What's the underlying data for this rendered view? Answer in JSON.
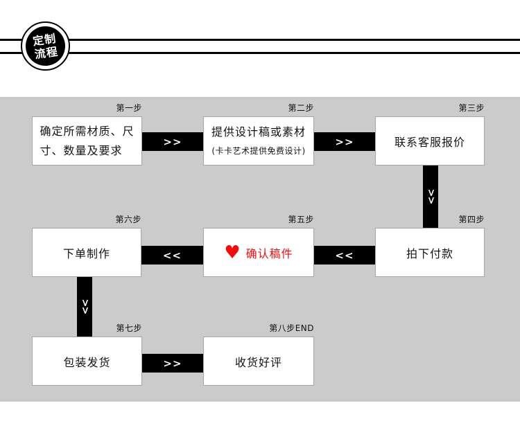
{
  "badge": {
    "line1": "定制",
    "line2": "流程"
  },
  "steps": [
    {
      "label": "第一步",
      "lines": [
        "确定所需材质、尺",
        "寸、数量及要求"
      ]
    },
    {
      "label": "第二步",
      "line1": "提供设计稿或素材",
      "line2": "(卡卡艺术提供免费设计)"
    },
    {
      "label": "第三步",
      "text": "联系客服报价"
    },
    {
      "label": "第四步",
      "text": "拍下付款"
    },
    {
      "label": "第五步",
      "text": "确认稿件"
    },
    {
      "label": "第六步",
      "text": "下单制作"
    },
    {
      "label": "第七步",
      "text": "包装发货"
    },
    {
      "label": "第八步END",
      "text": "收货好评"
    }
  ],
  "arrows": {
    "right": ">>",
    "left": "<<",
    "down": ">"
  },
  "icons": {
    "heart": "♥"
  },
  "colors": {
    "band_background": "#cbcbcb",
    "connector_black": "#000000",
    "box_border": "#a6a6a6",
    "accent_red": "#f20d0d"
  }
}
